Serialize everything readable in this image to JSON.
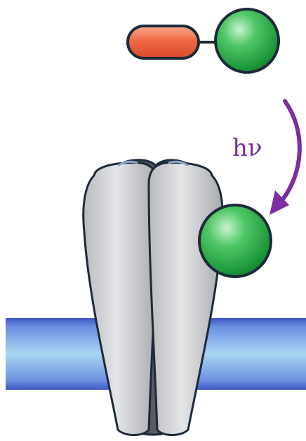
{
  "annotation": {
    "text": "hν",
    "color": "#7b2fa0"
  },
  "colors": {
    "cage_group": "#e8573a",
    "fluorophore": "#2faa4a",
    "channel_subunit": "#c7c8cc",
    "channel_back": "#3c3f45",
    "membrane": "#6f9fe0",
    "outline": "#1c2a3a",
    "arrow": "#7b2fa0"
  },
  "icons": [
    "caged-compound",
    "photolysis-arrow",
    "ion-channel",
    "released-fluorophore",
    "membrane"
  ]
}
